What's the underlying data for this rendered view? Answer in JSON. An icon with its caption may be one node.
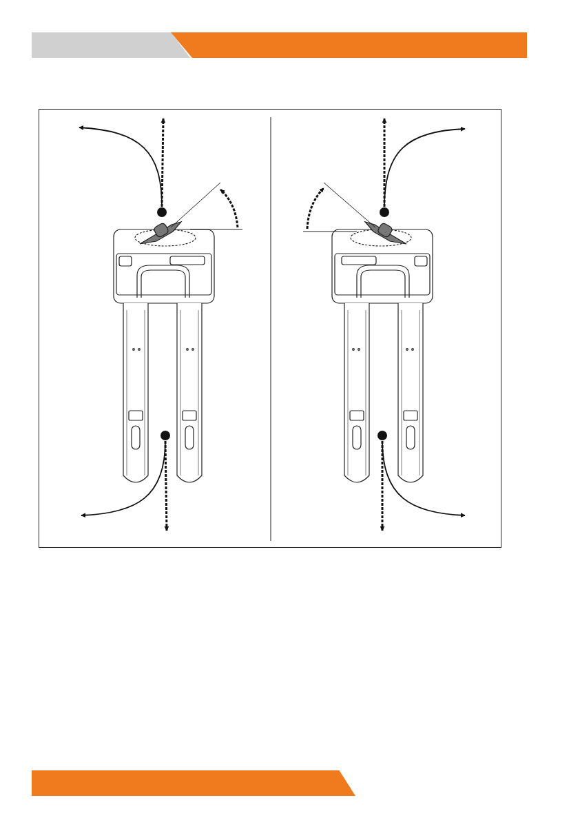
{
  "diagram": {
    "nodes": [
      {
        "text": [],
        "shape": "circle"
      },
      {
        "text": [],
        "shape": "circle"
      },
      {
        "text": [],
        "shape": "circle"
      },
      {
        "text": [],
        "shape": "circle"
      }
    ],
    "edges": [
      {
        "from": 0,
        "to": null,
        "arrow": "to"
      },
      {
        "from": 0,
        "to": null,
        "arrow": "to",
        "style": "dashed"
      },
      {
        "from": 1,
        "to": null,
        "arrow": "to"
      },
      {
        "from": 1,
        "to": null,
        "arrow": "to",
        "style": "dashed"
      },
      {
        "from": 2,
        "to": null,
        "arrow": "to",
        "style": "dashed"
      },
      {
        "from": 2,
        "to": null,
        "arrow": "to"
      },
      {
        "from": 3,
        "to": null,
        "arrow": "to",
        "style": "dashed"
      },
      {
        "from": 3,
        "to": null,
        "arrow": "to"
      }
    ]
  }
}
